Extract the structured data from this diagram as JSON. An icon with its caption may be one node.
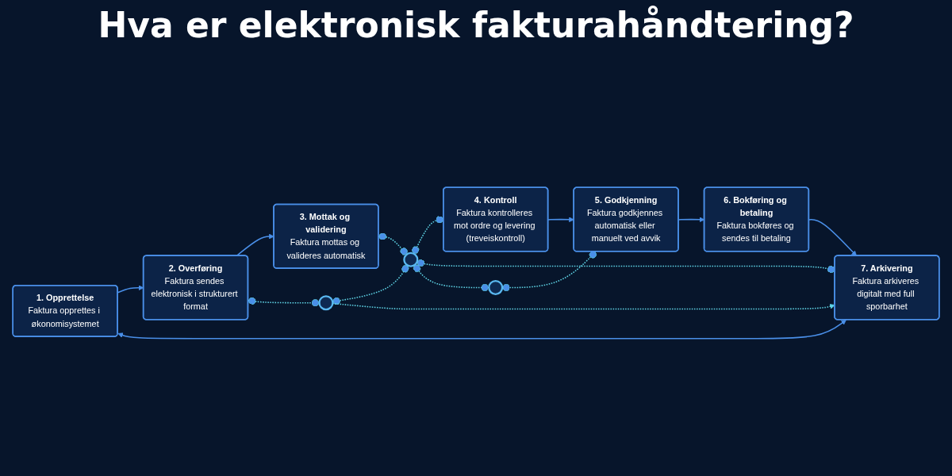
{
  "diagram": {
    "title": "Hva er elektronisk fakturahåndtering?",
    "nodes": [
      {
        "text": [
          "1. Opprettelse",
          "Faktura opprettes i økonomisystemet"
        ]
      },
      {
        "text": [
          "2. Overføring",
          "Faktura sendes elektronisk i strukturert format"
        ]
      },
      {
        "text": [
          "3. Mottak og validering",
          "Faktura mottas og valideres automatisk"
        ]
      },
      {
        "text": [],
        "shape": "circle"
      },
      {
        "text": [
          "4. Kontroll",
          "Faktura kontrolleres mot ordre og levering (treveiskontroll)"
        ]
      },
      {
        "text": [
          "5. Godkjenning",
          "Faktura godkjennes automatisk eller manuelt ved avvik"
        ]
      },
      {
        "text": [
          "6. Bokføring og betaling",
          "Faktura bokføres og sendes til betaling"
        ]
      },
      {
        "text": [],
        "shape": "circle"
      },
      {
        "text": [],
        "shape": "circle"
      },
      {
        "text": [
          "7. Arkivering",
          "Faktura arkiveres digitalt med full sporbarhet"
        ]
      }
    ],
    "edges": [
      {
        "from": 0,
        "to": 1,
        "arrow": "to"
      },
      {
        "from": 1,
        "to": 2,
        "arrow": "to"
      },
      {
        "from": 2,
        "to": 3,
        "arrow": "other",
        "style": "dashed",
        "color": "#5fd4e6"
      },
      {
        "from": 3,
        "to": 4,
        "arrow": "other",
        "style": "dashed",
        "color": "#5fd4e6"
      },
      {
        "from": 4,
        "to": 5,
        "arrow": "to"
      },
      {
        "from": 5,
        "to": 6,
        "arrow": "to"
      },
      {
        "from": 6,
        "to": 9,
        "arrow": "to"
      },
      {
        "from": 0,
        "to": 9,
        "arrow": "both"
      },
      {
        "from": 1,
        "to": 7,
        "arrow": "other",
        "style": "dashed",
        "color": "#5fd4e6"
      },
      {
        "from": 7,
        "to": 3,
        "arrow": "other",
        "style": "dashed",
        "color": "#5fd4e6"
      },
      {
        "from": 7,
        "to": 9,
        "arrow": "to",
        "style": "dashed",
        "color": "#5fd4e6"
      },
      {
        "from": 3,
        "to": 9,
        "arrow": "other",
        "style": "dashed",
        "color": "#5fd4e6"
      },
      {
        "from": 3,
        "to": 8,
        "arrow": "other",
        "style": "dashed",
        "color": "#5fd4e6"
      },
      {
        "from": 8,
        "to": 5,
        "arrow": "other",
        "style": "dashed",
        "color": "#5fd4e6"
      }
    ]
  }
}
